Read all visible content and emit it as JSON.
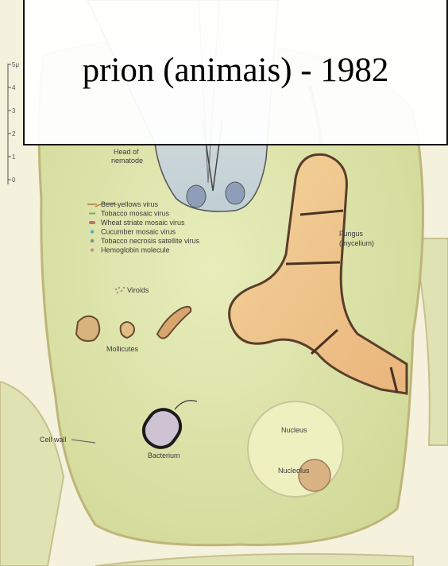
{
  "overlay": {
    "title": "prion (animais) - 1982"
  },
  "scale": {
    "ticks": [
      "5μ",
      "4",
      "3",
      "2",
      "1",
      "0"
    ]
  },
  "labels": {
    "nematode": [
      "Head of",
      "nematode"
    ],
    "fungus": [
      "Fungus",
      "(mycelium)"
    ],
    "viroids": "Viroids",
    "mollicutes": "Mollicutes",
    "cell_wall": "Cell wall",
    "bacterium": "Bacterium",
    "nucleus": "Nucleus",
    "nucleolus": "Nucleolus"
  },
  "legend": [
    {
      "name": "Beet yellows virus",
      "symbol": "line",
      "color": "#b5763a"
    },
    {
      "name": "Tobacco mosaic virus",
      "symbol": "dash",
      "color": "#7fa86a"
    },
    {
      "name": "Wheat striate mosaic virus",
      "symbol": "pill",
      "color": "#c0706e"
    },
    {
      "name": "Cucumber mosaic virus",
      "symbol": "dot",
      "color": "#4ab3c9"
    },
    {
      "name": "Tobacco necrosis satellite virus",
      "symbol": "dot",
      "color": "#8a8a8a"
    },
    {
      "name": "Hemoglobin molecule",
      "symbol": "dot",
      "color": "#c49090"
    }
  ],
  "colors": {
    "cytoplasm": "#dde4a8",
    "cell_wall": "#ece9cf",
    "fungus": "#f0c88e",
    "nucleus": "#eef0c0",
    "nucleolus": "#d9b383"
  }
}
